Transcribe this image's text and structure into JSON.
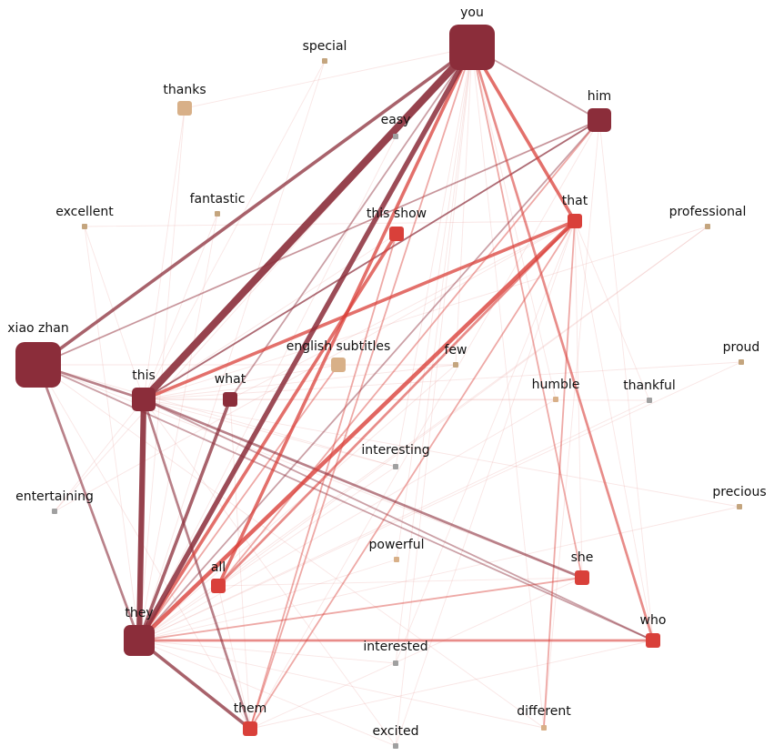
{
  "diagram": {
    "type": "word co-occurrence network",
    "colors": {
      "dark": "#8B2D3A",
      "red": "#D9403A",
      "tan": "#D8B088",
      "olive": "#C4A57E",
      "gray": "#A0A0A0"
    },
    "nodes": [
      {
        "id": "you",
        "label": "you",
        "size": "xl",
        "color": "dark"
      },
      {
        "id": "special",
        "label": "special",
        "size": "xs",
        "color": "olive"
      },
      {
        "id": "thanks",
        "label": "thanks",
        "size": "s",
        "color": "tan"
      },
      {
        "id": "him",
        "label": "him",
        "size": "m",
        "color": "dark"
      },
      {
        "id": "easy",
        "label": "easy",
        "size": "xs",
        "color": "gray"
      },
      {
        "id": "excellent",
        "label": "excellent",
        "size": "xs",
        "color": "olive"
      },
      {
        "id": "fantastic",
        "label": "fantastic",
        "size": "xs",
        "color": "olive"
      },
      {
        "id": "this_show",
        "label": "this show",
        "size": "s",
        "color": "red"
      },
      {
        "id": "that",
        "label": "that",
        "size": "s",
        "color": "red"
      },
      {
        "id": "professional",
        "label": "professional",
        "size": "xs",
        "color": "olive"
      },
      {
        "id": "xiao_zhan",
        "label": "xiao zhan",
        "size": "xl",
        "color": "dark"
      },
      {
        "id": "english_subtitles",
        "label": "english subtitles",
        "size": "s",
        "color": "tan"
      },
      {
        "id": "few",
        "label": "few",
        "size": "xs",
        "color": "olive"
      },
      {
        "id": "proud",
        "label": "proud",
        "size": "xs",
        "color": "olive"
      },
      {
        "id": "this",
        "label": "this",
        "size": "m",
        "color": "dark"
      },
      {
        "id": "what",
        "label": "what",
        "size": "s",
        "color": "dark"
      },
      {
        "id": "humble",
        "label": "humble",
        "size": "xs",
        "color": "tan"
      },
      {
        "id": "thankful",
        "label": "thankful",
        "size": "xs",
        "color": "gray"
      },
      {
        "id": "interesting",
        "label": "interesting",
        "size": "xs",
        "color": "gray"
      },
      {
        "id": "entertaining",
        "label": "entertaining",
        "size": "xs",
        "color": "gray"
      },
      {
        "id": "precious",
        "label": "precious",
        "size": "xs",
        "color": "olive"
      },
      {
        "id": "powerful",
        "label": "powerful",
        "size": "xs",
        "color": "tan"
      },
      {
        "id": "all",
        "label": "all",
        "size": "s",
        "color": "red"
      },
      {
        "id": "she",
        "label": "she",
        "size": "s",
        "color": "red"
      },
      {
        "id": "they",
        "label": "they",
        "size": "l",
        "color": "dark"
      },
      {
        "id": "who",
        "label": "who",
        "size": "s",
        "color": "red"
      },
      {
        "id": "interested",
        "label": "interested",
        "size": "xs",
        "color": "gray"
      },
      {
        "id": "them",
        "label": "them",
        "size": "s",
        "color": "red"
      },
      {
        "id": "different",
        "label": "different",
        "size": "xs",
        "color": "tan"
      },
      {
        "id": "excited",
        "label": "excited",
        "size": "xs",
        "color": "gray"
      }
    ],
    "edges": [
      {
        "source": "you",
        "target": "this",
        "weight": 9,
        "color": "dark"
      },
      {
        "source": "you",
        "target": "they",
        "weight": 6,
        "color": "dark"
      },
      {
        "source": "this",
        "target": "they",
        "weight": 7,
        "color": "dark"
      },
      {
        "source": "you",
        "target": "all",
        "weight": 4,
        "color": "red"
      },
      {
        "source": "you",
        "target": "that",
        "weight": 4,
        "color": "red"
      },
      {
        "source": "you",
        "target": "xiao_zhan",
        "weight": 4,
        "color": "dark"
      },
      {
        "source": "that",
        "target": "they",
        "weight": 5,
        "color": "red"
      },
      {
        "source": "that",
        "target": "this",
        "weight": 4,
        "color": "red"
      },
      {
        "source": "that",
        "target": "all",
        "weight": 3,
        "color": "red"
      },
      {
        "source": "what",
        "target": "they",
        "weight": 4,
        "color": "dark"
      },
      {
        "source": "they",
        "target": "them",
        "weight": 4,
        "color": "dark"
      },
      {
        "source": "this_show",
        "target": "they",
        "weight": 4,
        "color": "red"
      },
      {
        "source": "xiao_zhan",
        "target": "they",
        "weight": 3,
        "color": "dark"
      },
      {
        "source": "xiao_zhan",
        "target": "this",
        "weight": 3,
        "color": "dark"
      },
      {
        "source": "xiao_zhan",
        "target": "him",
        "weight": 2,
        "color": "dark"
      },
      {
        "source": "xiao_zhan",
        "target": "who",
        "weight": 2,
        "color": "dark"
      },
      {
        "source": "they",
        "target": "who",
        "weight": 3,
        "color": "red"
      },
      {
        "source": "they",
        "target": "she",
        "weight": 2,
        "color": "red"
      },
      {
        "source": "this",
        "target": "she",
        "weight": 3,
        "color": "dark"
      },
      {
        "source": "this",
        "target": "who",
        "weight": 2,
        "color": "dark"
      },
      {
        "source": "this",
        "target": "them",
        "weight": 3,
        "color": "dark"
      },
      {
        "source": "this",
        "target": "him",
        "weight": 2,
        "color": "dark"
      },
      {
        "source": "you",
        "target": "who",
        "weight": 3,
        "color": "red"
      },
      {
        "source": "you",
        "target": "him",
        "weight": 2,
        "color": "dark"
      },
      {
        "source": "you",
        "target": "them",
        "weight": 2,
        "color": "red"
      },
      {
        "source": "you",
        "target": "she",
        "weight": 2,
        "color": "red"
      },
      {
        "source": "him",
        "target": "they",
        "weight": 2,
        "color": "dark"
      },
      {
        "source": "him",
        "target": "this",
        "weight": 2,
        "color": "dark"
      },
      {
        "source": "him",
        "target": "all",
        "weight": 2,
        "color": "red"
      },
      {
        "source": "that",
        "target": "different",
        "weight": 2,
        "color": "red"
      },
      {
        "source": "that",
        "target": "them",
        "weight": 2,
        "color": "red"
      },
      {
        "source": "that",
        "target": "who",
        "weight": 1,
        "color": "red"
      },
      {
        "source": "that",
        "target": "she",
        "weight": 1,
        "color": "red"
      },
      {
        "source": "this_show",
        "target": "them",
        "weight": 2,
        "color": "red"
      },
      {
        "source": "this_show",
        "target": "this",
        "weight": 1,
        "color": "red"
      },
      {
        "source": "english_subtitles",
        "target": "they",
        "weight": 2,
        "color": "red"
      },
      {
        "source": "english_subtitles",
        "target": "this",
        "weight": 1,
        "color": "red"
      },
      {
        "source": "easy",
        "target": "they",
        "weight": 1,
        "color": "red"
      },
      {
        "source": "few",
        "target": "they",
        "weight": 1,
        "color": "red"
      },
      {
        "source": "few",
        "target": "this",
        "weight": 1,
        "color": "red"
      },
      {
        "source": "interesting",
        "target": "they",
        "weight": 1,
        "color": "red"
      },
      {
        "source": "interesting",
        "target": "this",
        "weight": 1,
        "color": "red"
      },
      {
        "source": "interested",
        "target": "they",
        "weight": 1,
        "color": "red"
      },
      {
        "source": "powerful",
        "target": "they",
        "weight": 1,
        "color": "red"
      },
      {
        "source": "excited",
        "target": "they",
        "weight": 1,
        "color": "red"
      },
      {
        "source": "excited",
        "target": "this",
        "weight": 1,
        "color": "red"
      },
      {
        "source": "different",
        "target": "they",
        "weight": 1,
        "color": "red"
      },
      {
        "source": "different",
        "target": "you",
        "weight": 1,
        "color": "red"
      },
      {
        "source": "humble",
        "target": "this",
        "weight": 1,
        "color": "red"
      },
      {
        "source": "humble",
        "target": "they",
        "weight": 1,
        "color": "red"
      },
      {
        "source": "thankful",
        "target": "they",
        "weight": 1,
        "color": "red"
      },
      {
        "source": "thankful",
        "target": "this",
        "weight": 1,
        "color": "red"
      },
      {
        "source": "proud",
        "target": "they",
        "weight": 1,
        "color": "red"
      },
      {
        "source": "proud",
        "target": "this",
        "weight": 1,
        "color": "red"
      },
      {
        "source": "precious",
        "target": "they",
        "weight": 1,
        "color": "red"
      },
      {
        "source": "precious",
        "target": "this",
        "weight": 1,
        "color": "red"
      },
      {
        "source": "professional",
        "target": "they",
        "weight": 1,
        "color": "red"
      },
      {
        "source": "professional",
        "target": "this",
        "weight": 1,
        "color": "red"
      },
      {
        "source": "professional",
        "target": "all",
        "weight": 1,
        "color": "red"
      },
      {
        "source": "special",
        "target": "they",
        "weight": 1,
        "color": "red"
      },
      {
        "source": "special",
        "target": "this",
        "weight": 1,
        "color": "red"
      },
      {
        "source": "thanks",
        "target": "they",
        "weight": 1,
        "color": "red"
      },
      {
        "source": "thanks",
        "target": "this",
        "weight": 1,
        "color": "red"
      },
      {
        "source": "thanks",
        "target": "you",
        "weight": 1,
        "color": "red"
      },
      {
        "source": "excellent",
        "target": "they",
        "weight": 1,
        "color": "red"
      },
      {
        "source": "excellent",
        "target": "this",
        "weight": 1,
        "color": "red"
      },
      {
        "source": "excellent",
        "target": "that",
        "weight": 1,
        "color": "red"
      },
      {
        "source": "fantastic",
        "target": "they",
        "weight": 1,
        "color": "red"
      },
      {
        "source": "fantastic",
        "target": "this",
        "weight": 1,
        "color": "red"
      },
      {
        "source": "entertaining",
        "target": "this",
        "weight": 1,
        "color": "red"
      },
      {
        "source": "entertaining",
        "target": "you",
        "weight": 1,
        "color": "red"
      },
      {
        "source": "entertaining",
        "target": "that",
        "weight": 1,
        "color": "red"
      },
      {
        "source": "what",
        "target": "you",
        "weight": 2,
        "color": "dark"
      },
      {
        "source": "what",
        "target": "that",
        "weight": 1,
        "color": "red"
      },
      {
        "source": "what",
        "target": "them",
        "weight": 1,
        "color": "red"
      },
      {
        "source": "all",
        "target": "she",
        "weight": 1,
        "color": "red"
      },
      {
        "source": "all",
        "target": "them",
        "weight": 1,
        "color": "red"
      },
      {
        "source": "him",
        "target": "them",
        "weight": 1,
        "color": "red"
      },
      {
        "source": "him",
        "target": "who",
        "weight": 1,
        "color": "red"
      },
      {
        "source": "him",
        "target": "different",
        "weight": 1,
        "color": "red"
      },
      {
        "source": "him",
        "target": "xiao_zhan",
        "weight": 1,
        "color": "red"
      },
      {
        "source": "she",
        "target": "them",
        "weight": 1,
        "color": "red"
      },
      {
        "source": "who",
        "target": "them",
        "weight": 1,
        "color": "red"
      },
      {
        "source": "you",
        "target": "interested",
        "weight": 1,
        "color": "red"
      },
      {
        "source": "you",
        "target": "excited",
        "weight": 1,
        "color": "red"
      },
      {
        "source": "you",
        "target": "humble",
        "weight": 1,
        "color": "red"
      },
      {
        "source": "you",
        "target": "interesting",
        "weight": 1,
        "color": "red"
      },
      {
        "source": "you",
        "target": "powerful",
        "weight": 1,
        "color": "red"
      },
      {
        "source": "you",
        "target": "few",
        "weight": 1,
        "color": "red"
      },
      {
        "source": "that",
        "target": "thankful",
        "weight": 1,
        "color": "red"
      },
      {
        "source": "that",
        "target": "excited",
        "weight": 1,
        "color": "red"
      },
      {
        "source": "that",
        "target": "interested",
        "weight": 1,
        "color": "red"
      },
      {
        "source": "xiao_zhan",
        "target": "she",
        "weight": 1,
        "color": "red"
      },
      {
        "source": "xiao_zhan",
        "target": "them",
        "weight": 1,
        "color": "red"
      },
      {
        "source": "xiao_zhan",
        "target": "interesting",
        "weight": 1,
        "color": "red"
      },
      {
        "source": "xiao_zhan",
        "target": "few",
        "weight": 1,
        "color": "red"
      },
      {
        "source": "xiao_zhan",
        "target": "different",
        "weight": 1,
        "color": "red"
      }
    ]
  }
}
